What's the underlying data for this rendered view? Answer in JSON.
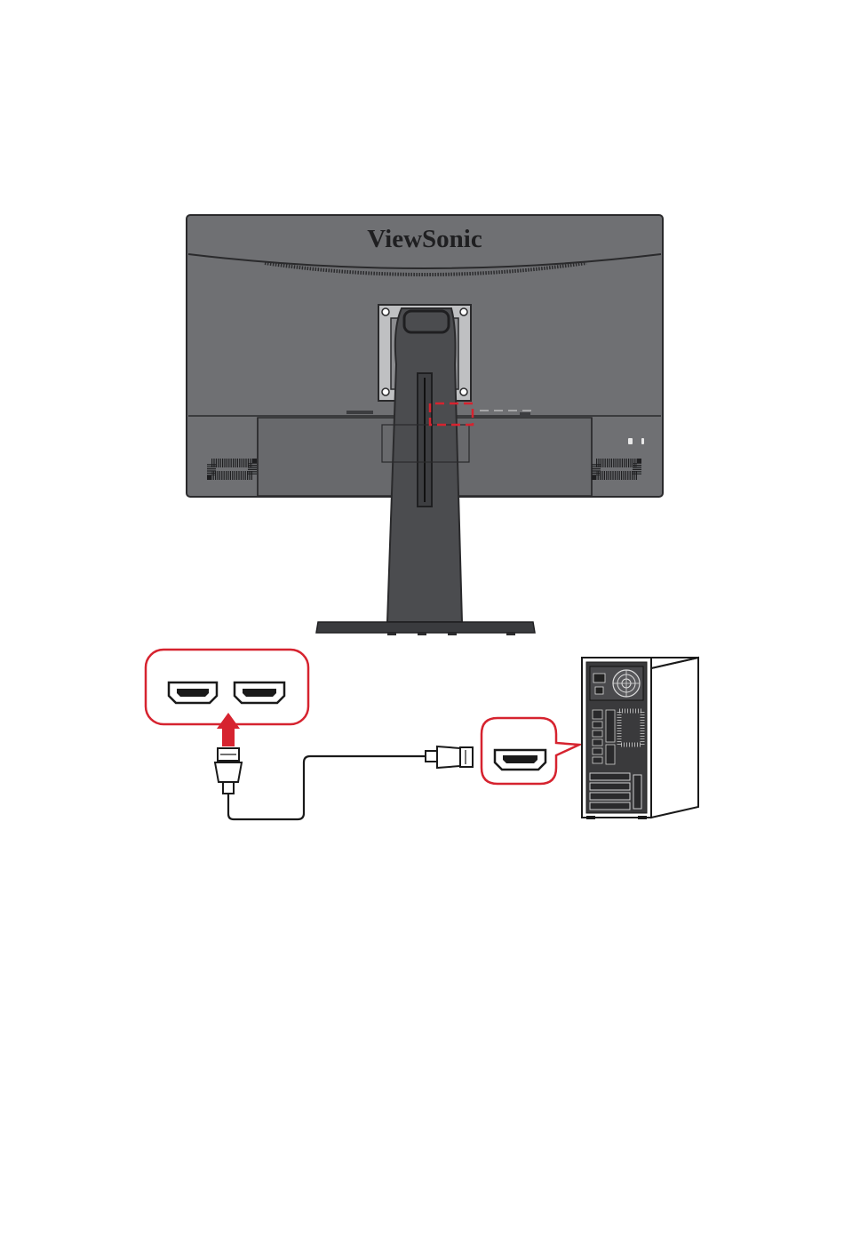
{
  "monitor": {
    "brand_logo_text": "ViewSonic",
    "body_color": "#6f7073",
    "stand_color": "#4b4c4f",
    "outline_color": "#2a2a2c"
  },
  "callouts": {
    "highlight_color": "#d6232f",
    "arrow_color": "#d6232f",
    "monitor_ports": [
      "hdmi-port-1",
      "hdmi-port-2"
    ],
    "computer_port": "hdmi-port"
  },
  "cable": {
    "type": "HDMI",
    "color": "#1a1a1a"
  },
  "computer": {
    "case_color": "#ffffff",
    "panel_color": "#3a3a3c"
  }
}
